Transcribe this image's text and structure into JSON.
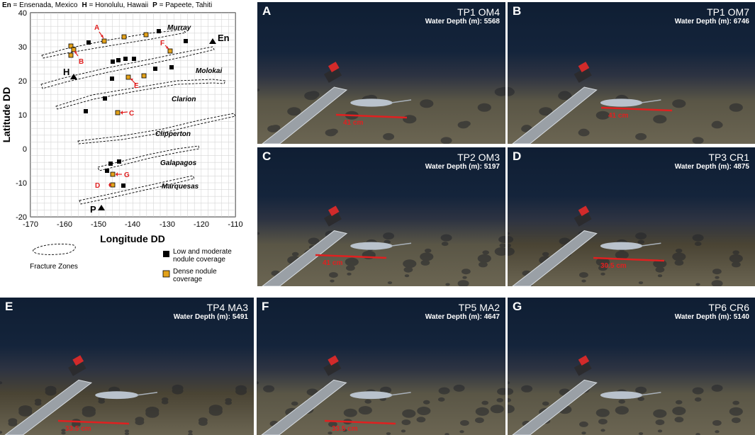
{
  "map": {
    "legend_top": {
      "en_key": "En",
      "en_text": " = Ensenada, Mexico",
      "h_key": "H",
      "h_text": " = Honolulu, Hawaii",
      "p_key": "P",
      "p_text": " = Papeete, Tahiti"
    },
    "y_axis_label": "Latitude DD",
    "x_axis_label": "Longitude DD",
    "x_ticks": [
      "-170",
      "-160",
      "-150",
      "-140",
      "-130",
      "-120",
      "-110"
    ],
    "y_ticks": [
      "40",
      "30",
      "20",
      "10",
      "0",
      "-10",
      "-20"
    ],
    "fracture_zone_labels": [
      "Murray",
      "Molokai",
      "Clarion",
      "Clipperton",
      "Galapagos",
      "Marquesas"
    ],
    "port_labels": [
      "En",
      "H",
      "P"
    ],
    "site_letters": [
      "A",
      "B",
      "C",
      "D",
      "E",
      "F",
      "G"
    ],
    "legend": {
      "fracture_zones": "Fracture Zones",
      "low_coverage": "Low and moderate nodule coverage",
      "dense_coverage": "Dense nodule coverage"
    },
    "colors": {
      "low_marker": "#000000",
      "dense_marker": "#e3a21a",
      "annotation": "#e02020"
    }
  },
  "photos": [
    {
      "letter": "A",
      "code": "TP1 OM4",
      "depth": "Water Depth (m): 5568",
      "length": "41 cm"
    },
    {
      "letter": "B",
      "code": "TP1 OM7",
      "depth": "Water Depth (m): 6746",
      "length": "41 cm"
    },
    {
      "letter": "C",
      "code": "TP2 OM3",
      "depth": "Water Depth (m): 5197",
      "length": "41 cm"
    },
    {
      "letter": "D",
      "code": "TP3 CR1",
      "depth": "Water Depth (m): 4875",
      "length": "30.5 cm"
    },
    {
      "letter": "E",
      "code": "TP4 MA3",
      "depth": "Water Depth (m): 5491",
      "length": "33.5 cm"
    },
    {
      "letter": "F",
      "code": "TP5 MA2",
      "depth": "Water Depth (m): 4647",
      "length": "33.5 cm"
    },
    {
      "letter": "G",
      "code": "TP6 CR6",
      "depth": "Water Depth (m): 5140",
      "length": "33.5 cm"
    }
  ]
}
